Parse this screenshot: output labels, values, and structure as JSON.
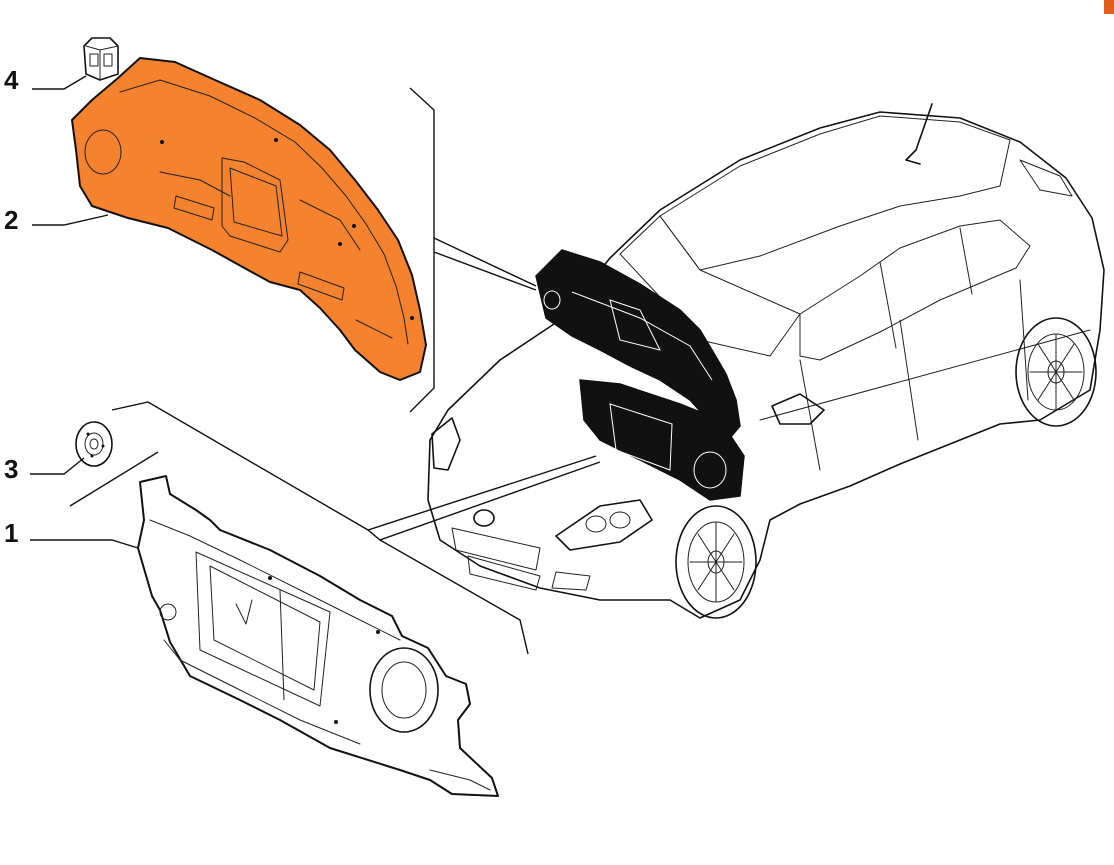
{
  "callouts": [
    {
      "number": "4"
    },
    {
      "number": "2"
    },
    {
      "number": "3"
    },
    {
      "number": "1"
    }
  ],
  "colors": {
    "highlighted_part": "#f5822e",
    "installed_part": "#111111",
    "line_art": "#111111",
    "background": "#ffffff",
    "corner_mark": "#e35d1a"
  },
  "icons": {
    "corner_mark": "chevron-right-icon"
  }
}
